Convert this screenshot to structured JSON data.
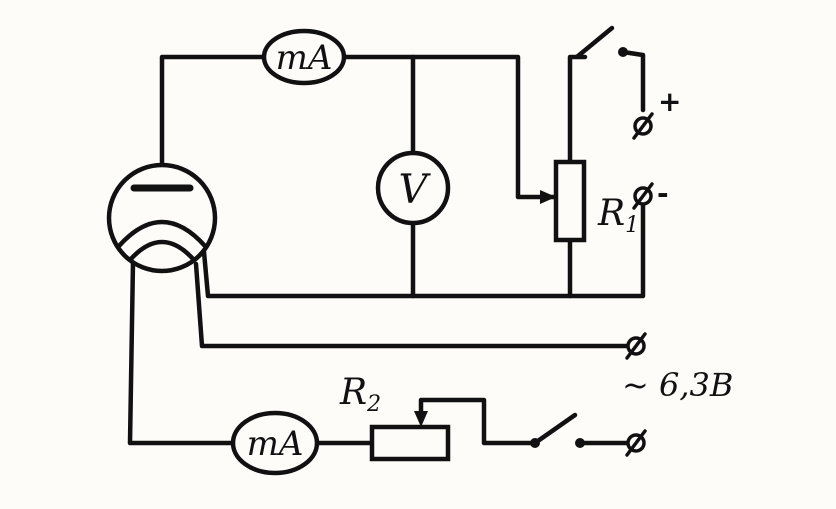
{
  "labels": {
    "milliammeter_top": "mA",
    "voltmeter": "V",
    "milliammeter_bottom": "mA",
    "resistor_1": "R",
    "resistor_1_sub": "1",
    "resistor_2": "R",
    "resistor_2_sub": "2",
    "plus_terminal": "+",
    "minus_terminal": "-",
    "ac_supply": "~ 6,3B"
  },
  "colors": {
    "ink": "#111111",
    "paper": "#fdfcf9"
  }
}
